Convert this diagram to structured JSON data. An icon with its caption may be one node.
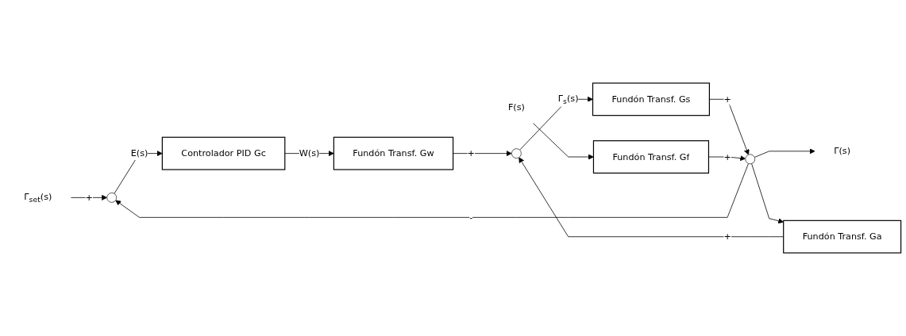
{
  "diagram": {
    "nodes": [
      {
        "text": [
          "Γ$_{set}$(s)"
        ]
      },
      {
        "text": [],
        "shape": "circle"
      },
      {
        "text": [
          "Controlador PID Gc"
        ]
      },
      {
        "text": [
          "Fundón Transf. Gw"
        ]
      },
      {
        "text": [],
        "shape": "circle"
      },
      {
        "text": [
          "Fundón Transf. Gs"
        ]
      },
      {
        "text": [],
        "shape": "circle"
      },
      {
        "text": [
          "Γ(s)"
        ]
      },
      {
        "text": [
          "Fundón Transf. Ga"
        ]
      },
      {
        "text": [
          "F(s)"
        ]
      },
      {
        "text": [
          "Fundón Transf. Gf"
        ]
      }
    ],
    "edges": [
      {
        "from": 0,
        "to": 1,
        "arrow": "to",
        "label": "+"
      },
      {
        "from": 1,
        "to": 2,
        "arrow": "to",
        "label": "E(s)"
      },
      {
        "from": 2,
        "to": 3,
        "arrow": "to",
        "label": "W(s)"
      },
      {
        "from": 3,
        "to": 4,
        "arrow": "to",
        "label": "+"
      },
      {
        "from": 4,
        "to": 5,
        "arrow": "to",
        "label": "Γ$_{s}$(s)"
      },
      {
        "from": 5,
        "to": 6,
        "arrow": "to",
        "label": "+"
      },
      {
        "from": 6,
        "to": 7,
        "arrow": "to"
      },
      {
        "from": 6,
        "to": 8,
        "arrow": "to"
      },
      {
        "from": 8,
        "to": 4,
        "arrow": "to",
        "label": "+"
      },
      {
        "from": 9,
        "to": 10,
        "arrow": "to"
      },
      {
        "from": 10,
        "to": 6,
        "arrow": "to",
        "label": "+"
      },
      {
        "from": 6,
        "to": 1,
        "arrow": "to",
        "label": "-"
      }
    ]
  }
}
